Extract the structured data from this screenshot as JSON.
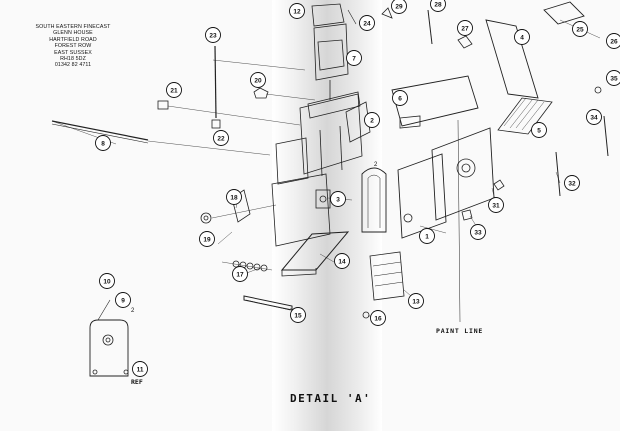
{
  "address": {
    "company": "SOUTH EASTERN FINECAST",
    "line1": "GLENN HOUSE",
    "line2": "HARTFIELD ROAD",
    "line3": "FOREST ROW",
    "line4": "EAST SUSSEX",
    "line5": "RH18 5DZ",
    "line6": "01342 82 4711"
  },
  "labels": {
    "detail": "DETAIL 'A'",
    "paint_line": "PAINT LINE",
    "ref": "REF",
    "minor_2a": "2",
    "minor_2b": "2"
  },
  "callouts": [
    "1",
    "2",
    "3",
    "4",
    "5",
    "6",
    "7",
    "8",
    "9",
    "10",
    "11",
    "12",
    "13",
    "14",
    "15",
    "16",
    "17",
    "18",
    "19",
    "20",
    "21",
    "22",
    "23",
    "24",
    "25",
    "26",
    "27",
    "28",
    "29",
    "31",
    "32",
    "33",
    "34",
    "35"
  ]
}
